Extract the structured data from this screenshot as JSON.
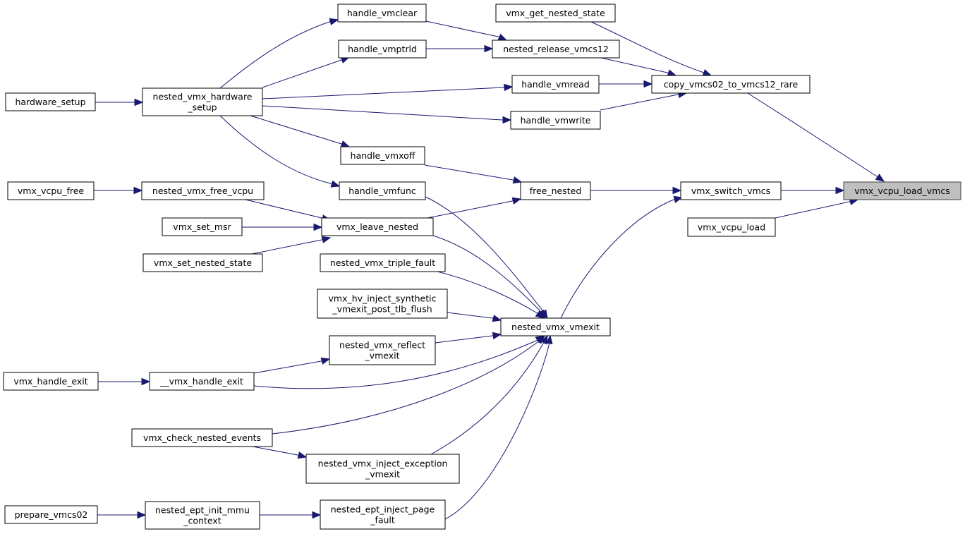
{
  "graph": {
    "focus_node": "vmx_vcpu_load_vmcs",
    "colors": {
      "edge": "#191970",
      "node_border": "#000000",
      "focus_fill": "#bfbfbf",
      "background": "#ffffff"
    },
    "nodes": [
      {
        "id": "vmx_vcpu_load_vmcs",
        "lines": [
          "vmx_vcpu_load_vmcs"
        ],
        "highlight": true
      },
      {
        "id": "copy_vmcs02_to_vmcs12_rare",
        "lines": [
          "copy_vmcs02_to_vmcs12_rare"
        ]
      },
      {
        "id": "vmx_switch_vmcs",
        "lines": [
          "vmx_switch_vmcs"
        ]
      },
      {
        "id": "vmx_vcpu_load",
        "lines": [
          "vmx_vcpu_load"
        ]
      },
      {
        "id": "vmx_get_nested_state",
        "lines": [
          "vmx_get_nested_state"
        ]
      },
      {
        "id": "nested_release_vmcs12",
        "lines": [
          "nested_release_vmcs12"
        ]
      },
      {
        "id": "handle_vmread",
        "lines": [
          "handle_vmread"
        ]
      },
      {
        "id": "handle_vmwrite",
        "lines": [
          "handle_vmwrite"
        ]
      },
      {
        "id": "free_nested",
        "lines": [
          "free_nested"
        ]
      },
      {
        "id": "nested_vmx_vmexit",
        "lines": [
          "nested_vmx_vmexit"
        ]
      },
      {
        "id": "handle_vmclear",
        "lines": [
          "handle_vmclear"
        ]
      },
      {
        "id": "handle_vmptrld",
        "lines": [
          "handle_vmptrld"
        ]
      },
      {
        "id": "nested_vmx_hardware_setup",
        "lines": [
          "nested_vmx_hardware",
          "_setup"
        ]
      },
      {
        "id": "hardware_setup",
        "lines": [
          "hardware_setup"
        ]
      },
      {
        "id": "handle_vmxoff",
        "lines": [
          "handle_vmxoff"
        ]
      },
      {
        "id": "handle_vmfunc",
        "lines": [
          "handle_vmfunc"
        ]
      },
      {
        "id": "vmx_leave_nested",
        "lines": [
          "vmx_leave_nested"
        ]
      },
      {
        "id": "nested_vmx_free_vcpu",
        "lines": [
          "nested_vmx_free_vcpu"
        ]
      },
      {
        "id": "vmx_vcpu_free",
        "lines": [
          "vmx_vcpu_free"
        ]
      },
      {
        "id": "vmx_set_msr",
        "lines": [
          "vmx_set_msr"
        ]
      },
      {
        "id": "vmx_set_nested_state",
        "lines": [
          "vmx_set_nested_state"
        ]
      },
      {
        "id": "nested_vmx_triple_fault",
        "lines": [
          "nested_vmx_triple_fault"
        ]
      },
      {
        "id": "vmx_hv_inject_synthetic_vmexit_post_tlb_flush",
        "lines": [
          "vmx_hv_inject_synthetic",
          "_vmexit_post_tlb_flush"
        ]
      },
      {
        "id": "nested_vmx_reflect_vmexit",
        "lines": [
          "nested_vmx_reflect",
          "_vmexit"
        ]
      },
      {
        "id": "__vmx_handle_exit",
        "lines": [
          "__vmx_handle_exit"
        ]
      },
      {
        "id": "vmx_handle_exit",
        "lines": [
          "vmx_handle_exit"
        ]
      },
      {
        "id": "vmx_check_nested_events",
        "lines": [
          "vmx_check_nested_events"
        ]
      },
      {
        "id": "nested_vmx_inject_exception_vmexit",
        "lines": [
          "nested_vmx_inject_exception",
          "_vmexit"
        ]
      },
      {
        "id": "nested_ept_inject_page_fault",
        "lines": [
          "nested_ept_inject_page",
          "_fault"
        ]
      },
      {
        "id": "nested_ept_init_mmu_context",
        "lines": [
          "nested_ept_init_mmu",
          "_context"
        ]
      },
      {
        "id": "prepare_vmcs02",
        "lines": [
          "prepare_vmcs02"
        ]
      }
    ],
    "edges": [
      {
        "from": "copy_vmcs02_to_vmcs12_rare",
        "to": "vmx_vcpu_load_vmcs"
      },
      {
        "from": "vmx_switch_vmcs",
        "to": "vmx_vcpu_load_vmcs"
      },
      {
        "from": "vmx_vcpu_load",
        "to": "vmx_vcpu_load_vmcs"
      },
      {
        "from": "vmx_get_nested_state",
        "to": "copy_vmcs02_to_vmcs12_rare"
      },
      {
        "from": "nested_release_vmcs12",
        "to": "copy_vmcs02_to_vmcs12_rare"
      },
      {
        "from": "handle_vmread",
        "to": "copy_vmcs02_to_vmcs12_rare"
      },
      {
        "from": "handle_vmwrite",
        "to": "copy_vmcs02_to_vmcs12_rare"
      },
      {
        "from": "handle_vmclear",
        "to": "nested_release_vmcs12"
      },
      {
        "from": "handle_vmptrld",
        "to": "nested_release_vmcs12"
      },
      {
        "from": "nested_vmx_hardware_setup",
        "to": "handle_vmclear"
      },
      {
        "from": "nested_vmx_hardware_setup",
        "to": "handle_vmptrld"
      },
      {
        "from": "nested_vmx_hardware_setup",
        "to": "handle_vmread"
      },
      {
        "from": "nested_vmx_hardware_setup",
        "to": "handle_vmwrite"
      },
      {
        "from": "nested_vmx_hardware_setup",
        "to": "handle_vmxoff"
      },
      {
        "from": "nested_vmx_hardware_setup",
        "to": "handle_vmfunc"
      },
      {
        "from": "hardware_setup",
        "to": "nested_vmx_hardware_setup"
      },
      {
        "from": "free_nested",
        "to": "vmx_switch_vmcs"
      },
      {
        "from": "nested_vmx_vmexit",
        "to": "vmx_switch_vmcs"
      },
      {
        "from": "handle_vmxoff",
        "to": "free_nested"
      },
      {
        "from": "vmx_leave_nested",
        "to": "free_nested"
      },
      {
        "from": "handle_vmfunc",
        "to": "nested_vmx_vmexit"
      },
      {
        "from": "vmx_leave_nested",
        "to": "nested_vmx_vmexit"
      },
      {
        "from": "nested_vmx_triple_fault",
        "to": "nested_vmx_vmexit"
      },
      {
        "from": "vmx_hv_inject_synthetic_vmexit_post_tlb_flush",
        "to": "nested_vmx_vmexit"
      },
      {
        "from": "nested_vmx_reflect_vmexit",
        "to": "nested_vmx_vmexit"
      },
      {
        "from": "__vmx_handle_exit",
        "to": "nested_vmx_vmexit"
      },
      {
        "from": "vmx_check_nested_events",
        "to": "nested_vmx_vmexit"
      },
      {
        "from": "nested_vmx_inject_exception_vmexit",
        "to": "nested_vmx_vmexit"
      },
      {
        "from": "nested_ept_inject_page_fault",
        "to": "nested_vmx_vmexit"
      },
      {
        "from": "nested_vmx_free_vcpu",
        "to": "vmx_leave_nested"
      },
      {
        "from": "vmx_set_msr",
        "to": "vmx_leave_nested"
      },
      {
        "from": "vmx_set_nested_state",
        "to": "vmx_leave_nested"
      },
      {
        "from": "vmx_vcpu_free",
        "to": "nested_vmx_free_vcpu"
      },
      {
        "from": "__vmx_handle_exit",
        "to": "nested_vmx_reflect_vmexit"
      },
      {
        "from": "vmx_handle_exit",
        "to": "__vmx_handle_exit"
      },
      {
        "from": "vmx_check_nested_events",
        "to": "nested_vmx_inject_exception_vmexit"
      },
      {
        "from": "nested_ept_init_mmu_context",
        "to": "nested_ept_inject_page_fault"
      },
      {
        "from": "prepare_vmcs02",
        "to": "nested_ept_init_mmu_context"
      }
    ]
  }
}
